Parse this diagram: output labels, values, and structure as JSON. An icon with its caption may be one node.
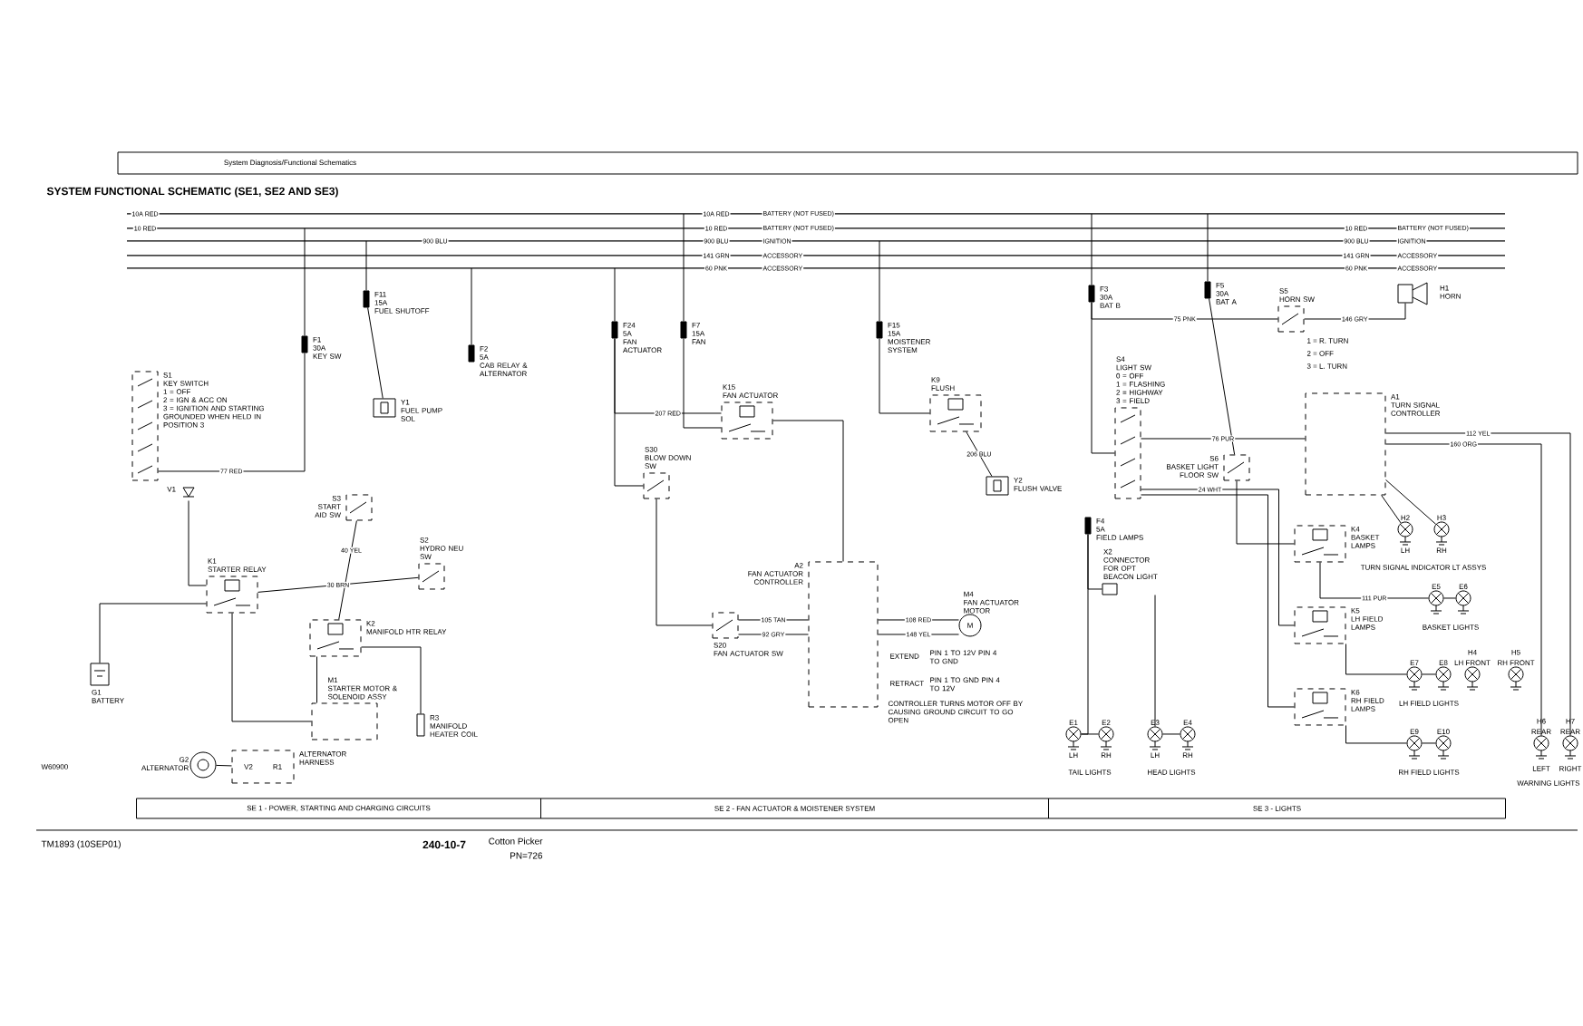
{
  "diagram": {
    "title": "SYSTEM FUNCTIONAL SCHEMATIC (SE1, SE2 AND SE3)",
    "nodes": [
      {
        "text": [
          "S1",
          "KEY SWITCH",
          "1 = OFF",
          "2 = IGN & ACC ON",
          "3 = IGNITION AND STARTING GROUNDED WHEN HELD IN POSITION 3"
        ]
      },
      {
        "text": [
          "F1",
          "30A",
          "KEY SW"
        ]
      },
      {
        "text": [
          "F11",
          "15A",
          "FUEL SHUTOFF"
        ]
      },
      {
        "text": [
          "Y1",
          "FUEL PUMP SOL"
        ]
      },
      {
        "text": [
          "F2",
          "5A",
          "CAB RELAY & ALTERNATOR"
        ]
      },
      {
        "text": [
          "V1"
        ]
      },
      {
        "text": [
          "S3",
          "START AID SW"
        ]
      },
      {
        "text": [
          "S2",
          "HYDRO NEU SW"
        ]
      },
      {
        "text": [
          "K1",
          "STARTER RELAY"
        ]
      },
      {
        "text": [
          "K2",
          "MANIFOLD HTR RELAY"
        ]
      },
      {
        "text": [
          "G1",
          "BATTERY"
        ]
      },
      {
        "text": [
          "M1",
          "STARTER MOTOR & SOLENOID ASSY"
        ]
      },
      {
        "text": [
          "R3",
          "MANIFOLD HEATER COIL"
        ]
      },
      {
        "text": [
          "G2",
          "ALTERNATOR"
        ]
      },
      {
        "text": [
          "ALTERNATOR HARNESS"
        ]
      },
      {
        "text": [
          "F24",
          "5A",
          "FAN ACTUATOR"
        ]
      },
      {
        "text": [
          "F7",
          "15A",
          "FAN"
        ]
      },
      {
        "text": [
          "K15",
          "FAN ACTUATOR"
        ]
      },
      {
        "text": [
          "S30",
          "BLOW DOWN SW"
        ]
      },
      {
        "text": [
          "F15",
          "15A",
          "MOISTENER SYSTEM"
        ]
      },
      {
        "text": [
          "K9",
          "FLUSH"
        ]
      },
      {
        "text": [
          "Y2",
          "FLUSH VALVE"
        ]
      },
      {
        "text": [
          "A2",
          "FAN ACTUATOR CONTROLLER"
        ]
      },
      {
        "text": [
          "S20",
          "FAN ACTUATOR SW"
        ]
      },
      {
        "text": [
          "M4",
          "FAN ACTUATOR MOTOR"
        ]
      },
      {
        "text": [
          "F3",
          "30A",
          "BAT B"
        ]
      },
      {
        "text": [
          "F5",
          "30A",
          "BAT A"
        ]
      },
      {
        "text": [
          "S5",
          "HORN SW"
        ]
      },
      {
        "text": [
          "H1",
          "HORN"
        ]
      },
      {
        "text": [
          "S4",
          "LIGHT SW",
          "0 = OFF",
          "1 = FLASHING",
          "2 = HIGHWAY",
          "3 = FIELD"
        ]
      },
      {
        "text": [
          "A1",
          "TURN SIGNAL CONTROLLER"
        ]
      },
      {
        "text": [
          "S6",
          "BASKET LIGHT FLOOR SW"
        ]
      },
      {
        "text": [
          "F4",
          "5A",
          "FIELD LAMPS"
        ]
      },
      {
        "text": [
          "X2",
          "CONNECTOR FOR OPT BEACON LIGHT"
        ]
      },
      {
        "text": [
          "K4",
          "BASKET LAMPS"
        ]
      },
      {
        "text": [
          "H2"
        ],
        "beside": [
          "LH"
        ]
      },
      {
        "text": [
          "H3"
        ],
        "beside": [
          "RH"
        ]
      },
      {
        "text": [
          "E5"
        ]
      },
      {
        "text": [
          "E6"
        ]
      },
      {
        "text": [
          "K5",
          "LH FIELD LAMPS"
        ]
      },
      {
        "text": [
          "E7"
        ]
      },
      {
        "text": [
          "E8"
        ]
      },
      {
        "text": [
          "K6",
          "RH FIELD LAMPS"
        ]
      },
      {
        "text": [
          "E9"
        ]
      },
      {
        "text": [
          "E10"
        ]
      },
      {
        "text": [
          "H4"
        ],
        "beside": [
          "LH FRONT"
        ]
      },
      {
        "text": [
          "H5"
        ],
        "beside": [
          "RH FRONT"
        ]
      },
      {
        "text": [
          "H6"
        ],
        "beside": [
          "REAR"
        ]
      },
      {
        "text": [
          "H7"
        ],
        "beside": [
          "REAR"
        ]
      },
      {
        "text": [
          "E1"
        ],
        "beside": [
          "LH"
        ]
      },
      {
        "text": [
          "E2"
        ],
        "beside": [
          "RH"
        ]
      },
      {
        "text": [
          "E3"
        ],
        "beside": [
          "LH"
        ]
      },
      {
        "text": [
          "E4"
        ],
        "beside": [
          "RH"
        ]
      },
      {
        "text": [],
        "shape": "bar"
      },
      {
        "text": [],
        "shape": "bar"
      },
      {
        "text": [],
        "shape": "bar"
      },
      {
        "text": [],
        "shape": "bar"
      },
      {
        "text": [],
        "shape": "bar"
      }
    ],
    "edges": [
      {
        "from": 0,
        "to": 1,
        "arrow": "none",
        "label": "77 RED"
      },
      {
        "from": 2,
        "to": 3,
        "arrow": "none"
      },
      {
        "from": 5,
        "to": 8,
        "arrow": "none"
      },
      {
        "from": 6,
        "to": 9,
        "arrow": "none",
        "label": "40 YEL"
      },
      {
        "from": 7,
        "to": 8,
        "arrow": "none",
        "label": "30 BRN"
      },
      {
        "from": 8,
        "to": 11,
        "arrow": "none"
      },
      {
        "from": 10,
        "to": 8,
        "arrow": "none"
      },
      {
        "from": 9,
        "to": 12,
        "arrow": "none"
      },
      {
        "from": 13,
        "to": 14,
        "arrow": "none"
      },
      {
        "from": 9,
        "to": 11,
        "arrow": "none"
      },
      {
        "from": 15,
        "to": 17,
        "arrow": "none",
        "label": "207 RED"
      },
      {
        "from": 15,
        "to": 18,
        "arrow": "none"
      },
      {
        "from": 16,
        "to": 17,
        "arrow": "none"
      },
      {
        "from": 17,
        "to": 22,
        "arrow": "none"
      },
      {
        "from": 18,
        "to": 23,
        "arrow": "none"
      },
      {
        "from": 23,
        "to": 22,
        "arrow": "none",
        "label": "105 TAN"
      },
      {
        "from": 23,
        "to": 22,
        "arrow": "none",
        "label": "92 GRY"
      },
      {
        "from": 22,
        "to": 24,
        "arrow": "none",
        "label": "108 RED"
      },
      {
        "from": 22,
        "to": 24,
        "arrow": "none",
        "label": "148 YEL"
      },
      {
        "from": 19,
        "to": 20,
        "arrow": "none"
      },
      {
        "from": 20,
        "to": 21,
        "arrow": "none",
        "label": "206 BLU"
      },
      {
        "from": 25,
        "to": 27,
        "arrow": "none",
        "label": "75 PNK"
      },
      {
        "from": 27,
        "to": 28,
        "arrow": "none",
        "label": "146 GRY"
      },
      {
        "from": 25,
        "to": 29,
        "arrow": "none"
      },
      {
        "from": 29,
        "to": 30,
        "arrow": "none",
        "label": "76 PUR"
      },
      {
        "from": 30,
        "to": 35,
        "arrow": "none"
      },
      {
        "from": 30,
        "to": 36,
        "arrow": "none"
      },
      {
        "from": 30,
        "to": 47,
        "arrow": "none",
        "label": "160 ORG"
      },
      {
        "from": 30,
        "to": 48,
        "arrow": "none",
        "label": "112 YEL"
      },
      {
        "from": 26,
        "to": 31,
        "arrow": "none"
      },
      {
        "from": 31,
        "to": 34,
        "arrow": "none"
      },
      {
        "from": 34,
        "to": 37,
        "arrow": "none",
        "label": "111 PUR"
      },
      {
        "from": 37,
        "to": 38,
        "arrow": "none"
      },
      {
        "from": 39,
        "to": 40,
        "arrow": "none"
      },
      {
        "from": 40,
        "to": 41,
        "arrow": "none"
      },
      {
        "from": 42,
        "to": 43,
        "arrow": "none"
      },
      {
        "from": 43,
        "to": 44,
        "arrow": "none"
      },
      {
        "from": 29,
        "to": 39,
        "arrow": "none",
        "label": "24 WHT"
      },
      {
        "from": 29,
        "to": 42,
        "arrow": "none"
      },
      {
        "from": 32,
        "to": 33,
        "arrow": "none"
      },
      {
        "from": 32,
        "to": 49,
        "arrow": "none"
      },
      {
        "from": 49,
        "to": 50,
        "arrow": "none"
      },
      {
        "from": 33,
        "to": 51,
        "arrow": "none"
      },
      {
        "from": 51,
        "to": 52,
        "arrow": "none"
      },
      {
        "from": 54,
        "to": 1,
        "arrow": "none"
      },
      {
        "from": 55,
        "to": 2,
        "arrow": "none"
      },
      {
        "from": 57,
        "to": 4,
        "arrow": "none"
      },
      {
        "from": 57,
        "to": 15,
        "arrow": "none"
      },
      {
        "from": 53,
        "to": 16,
        "arrow": "none"
      },
      {
        "from": 55,
        "to": 19,
        "arrow": "none"
      },
      {
        "from": 53,
        "to": 25,
        "arrow": "none"
      },
      {
        "from": 53,
        "to": 26,
        "arrow": "none"
      }
    ],
    "labels": [
      "System Diagnosis/Functional Schematics",
      "10A RED",
      "10 RED",
      "900 BLU",
      "10A RED",
      "BATTERY (NOT FUSED)",
      "10 RED",
      "BATTERY (NOT FUSED)",
      "900 BLU",
      "IGNITION",
      "141 GRN",
      "ACCESSORY",
      "60 PNK",
      "ACCESSORY",
      "10 RED",
      "BATTERY (NOT FUSED)",
      "900 BLU",
      "IGNITION",
      "141 GRN",
      "ACCESSORY",
      "60 PNK",
      "ACCESSORY",
      "V2",
      "R1",
      "M",
      "EXTEND",
      "PIN 1 TO 12V PIN 4 TO GND",
      "RETRACT",
      "PIN 1 TO GND PIN 4 TO 12V",
      "CONTROLLER TURNS MOTOR OFF BY CAUSING GROUND CIRCUIT TO GO OPEN",
      "1 = R. TURN",
      "2 = OFF",
      "3 = L. TURN",
      "TURN SIGNAL INDICATOR LT ASSYS",
      "BASKET LIGHTS",
      "LH FIELD LIGHTS",
      "RH FIELD LIGHTS",
      "LEFT",
      "RIGHT",
      "WARNING LIGHTS",
      "TAIL LIGHTS",
      "HEAD LIGHTS",
      "SE 1 - POWER, STARTING AND CHARGING CIRCUITS",
      "SE 2 - FAN ACTUATOR & MOISTENER SYSTEM",
      "SE 3 - LIGHTS",
      "W60900",
      "TM1893 (10SEP01)",
      "240-10-7",
      "Cotton Picker",
      "PN=726"
    ]
  }
}
